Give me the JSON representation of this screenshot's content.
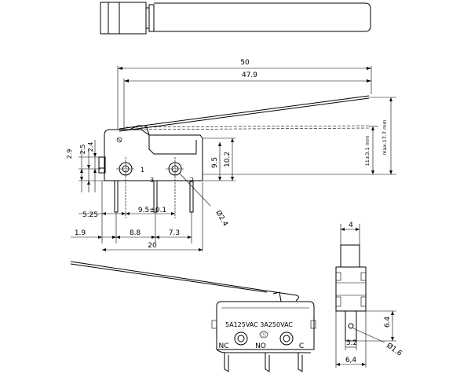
{
  "top_view": {},
  "front_view": {
    "dim_overall_length": "50",
    "dim_lever_length": "47.9",
    "dim_height_max": "max.17.7 mm",
    "dim_height_free": "11±3.1 mm",
    "dim_body_height": "10.2",
    "dim_pin_height": "9.5",
    "dim_2_9": "2.9",
    "dim_2_5": "2.5",
    "dim_2_4": "2.4",
    "dim_5_25": "5.25",
    "dim_pitch": "9.5±0.1",
    "dim_hole": "Ø2.4",
    "dim_1_9": "1.9",
    "dim_8_8": "8.8",
    "dim_7_3": "7.3",
    "dim_20": "20",
    "terminal_label_1": "1",
    "terminal_label_3": "3",
    "terminal_label_2": "2"
  },
  "side_view": {
    "dim_4": "4",
    "dim_6_4_h": "6.4",
    "dim_3_2": "3.2",
    "dim_hole": "Ø1.6",
    "dim_6_4_w": "6,4"
  },
  "iso_view": {
    "rating": "5A125VAC  3A250VAC",
    "mark": "ⓢ",
    "label_nc": "NC",
    "label_no": "NO",
    "label_c": "C"
  }
}
